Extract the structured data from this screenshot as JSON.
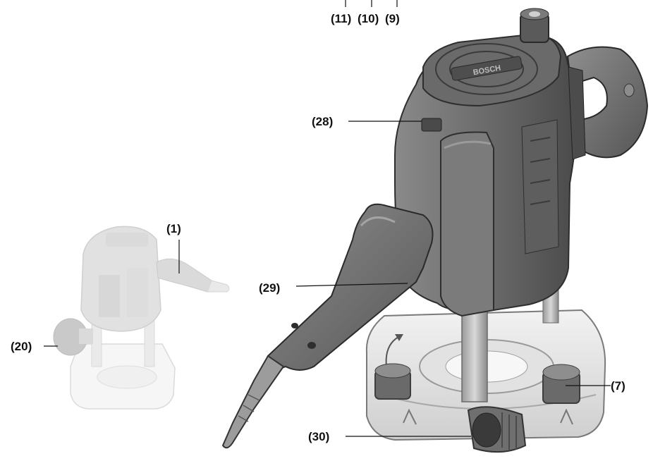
{
  "callouts": {
    "c11": "(11)",
    "c10": "(10)",
    "c9": "(9)",
    "c28": "(28)",
    "c1": "(1)",
    "c29": "(29)",
    "c20": "(20)",
    "c7": "(7)",
    "c30": "(30)"
  },
  "brand_mark": "BOSCH",
  "colors": {
    "tool_dark": "#4a4a4a",
    "tool_mid": "#6e6e6e",
    "tool_light": "#9a9a9a",
    "tool_highlight": "#c8c8c8",
    "ghost": "#d6d6d6",
    "base": "#e9e9e9",
    "ink": "#111111"
  }
}
